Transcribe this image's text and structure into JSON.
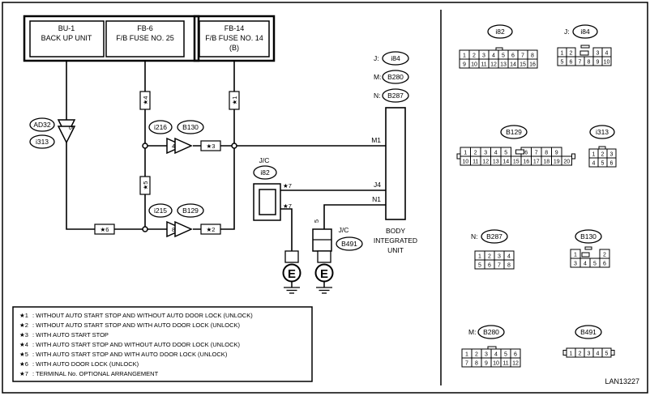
{
  "fuse_boxes": [
    {
      "code": "BU-1",
      "name": "BACK UP UNIT"
    },
    {
      "code": "FB-6",
      "name": "F/B FUSE NO. 25"
    },
    {
      "code": "FB-14",
      "name": "F/B FUSE NO. 14",
      "sub": "(B)"
    }
  ],
  "body_unit": {
    "name_line1": "BODY",
    "name_line2": "INTEGRATED",
    "name_line3": "UNIT",
    "connectors": [
      {
        "prefix": "J:",
        "code": "i84"
      },
      {
        "prefix": "M:",
        "code": "B280"
      },
      {
        "prefix": "N:",
        "code": "B287"
      }
    ],
    "pins": {
      "m1": "M1",
      "j4": "J4",
      "n1": "N1"
    }
  },
  "diodes": {
    "ad32": {
      "conn": "AD32",
      "conn2": "i313",
      "pin": "5"
    },
    "upper": {
      "conn1": "i216",
      "conn2": "B130",
      "pin": "4"
    },
    "lower": {
      "conn1": "i215",
      "conn2": "B129",
      "pin": "8"
    }
  },
  "markers": {
    "m1": "★1",
    "m2": "★2",
    "m3": "★3",
    "m4": "★4",
    "m5": "★5",
    "m6": "★6",
    "m7": "★7"
  },
  "jc": {
    "left": {
      "label": "J/C",
      "conn": "i82"
    },
    "right": {
      "label": "J/C",
      "conn": "B491",
      "pin": "5"
    }
  },
  "ground_label": "E",
  "notes": [
    {
      "mark": "★1",
      "text": ": WITHOUT AUTO START STOP AND WITHOUT AUTO DOOR LOCK (UNLOCK)"
    },
    {
      "mark": "★2",
      "text": ": WITHOUT AUTO START STOP AND WITH AUTO DOOR LOCK (UNLOCK)"
    },
    {
      "mark": "★3",
      "text": ": WITH AUTO START STOP"
    },
    {
      "mark": "★4",
      "text": ": WITH AUTO START STOP AND WITHOUT AUTO DOOR LOCK (UNLOCK)"
    },
    {
      "mark": "★5",
      "text": ": WITH AUTO START STOP AND WITH AUTO DOOR LOCK (UNLOCK)"
    },
    {
      "mark": "★6",
      "text": ": WITH AUTO DOOR LOCK (UNLOCK)"
    },
    {
      "mark": "★7",
      "text": ": TERMINAL No. OPTIONAL ARRANGEMENT"
    }
  ],
  "connector_views": {
    "i82": {
      "label": "i82",
      "row1": [
        "1",
        "2",
        "3",
        "4",
        "5",
        "6",
        "7",
        "8"
      ],
      "row2": [
        "9",
        "10",
        "11",
        "12",
        "13",
        "14",
        "15",
        "16"
      ]
    },
    "i84": {
      "prefix": "J:",
      "label": "i84",
      "row1": [
        "1",
        "2",
        "3",
        "4"
      ],
      "row2": [
        "5",
        "6",
        "7",
        "8",
        "9",
        "10"
      ]
    },
    "b129": {
      "label": "B129",
      "row1": [
        "1",
        "2",
        "3",
        "4",
        "5",
        "6",
        "7",
        "8",
        "9"
      ],
      "row2": [
        "10",
        "11",
        "12",
        "13",
        "14",
        "15",
        "16",
        "17",
        "18",
        "19",
        "20"
      ]
    },
    "i313": {
      "label": "i313",
      "row1": [
        "1",
        "2",
        "3"
      ],
      "row2": [
        "4",
        "5",
        "6"
      ]
    },
    "b287": {
      "prefix": "N:",
      "label": "B287",
      "row1": [
        "1",
        "2",
        "3",
        "4"
      ],
      "row2": [
        "5",
        "6",
        "7",
        "8"
      ]
    },
    "b130": {
      "label": "B130",
      "row1": [
        "1",
        "2"
      ],
      "row2": [
        "3",
        "4",
        "5",
        "6"
      ]
    },
    "b280": {
      "prefix": "M:",
      "label": "B280",
      "row1": [
        "1",
        "2",
        "3",
        "4",
        "5",
        "6"
      ],
      "row2": [
        "7",
        "8",
        "9",
        "10",
        "11",
        "12"
      ]
    },
    "b491": {
      "label": "B491",
      "row1": [
        "1",
        "2",
        "3",
        "4",
        "5"
      ]
    }
  },
  "figure_id": "LAN13227"
}
